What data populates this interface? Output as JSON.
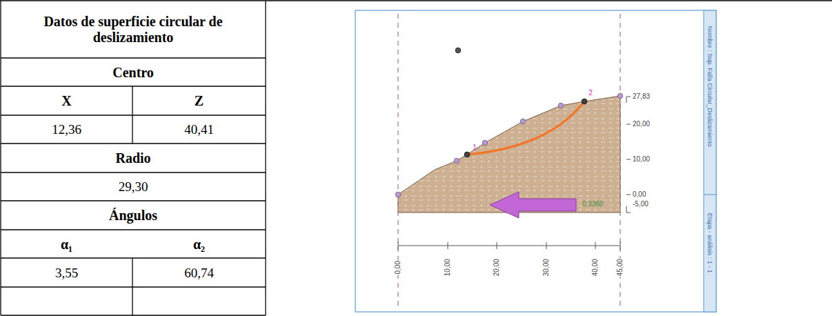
{
  "diagram": {
    "labels": [
      "Datos de superficie circular de deslizamiento",
      "Centro",
      "X",
      "Z",
      "12,36",
      "40,41",
      "Radio",
      "29,30",
      "Ángulos",
      "α₁",
      "α₂",
      "3,55",
      "60,74",
      "27,83",
      "20,00",
      "10,00",
      "0,00",
      "-5,00",
      "0,3360",
      "1",
      "2",
      "0,00",
      "10,00",
      "20,00",
      "30,00",
      "40,00",
      "45,00",
      "Nombre : Sup. Falla Circular_Deslizamiento",
      "Etapa - análisis : 1 - 1"
    ]
  }
}
